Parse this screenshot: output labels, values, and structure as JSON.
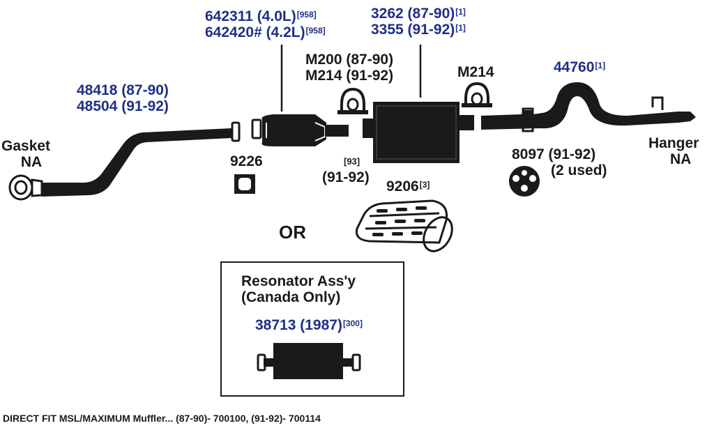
{
  "labels": {
    "gasket_na": {
      "line1": "Gasket",
      "line2": "NA"
    },
    "pipe_front": {
      "line1": "48418 (87-90)",
      "line2": "48504 (91-92)"
    },
    "converter": {
      "line1": "642311 (4.0L)",
      "sup1": "[958]",
      "line2": "642420# (4.2L)",
      "sup2": "[958]"
    },
    "muffler": {
      "line1": "3262 (87-90)",
      "sup1": "[1]",
      "line2": "3355 (91-92)",
      "sup2": "[1]"
    },
    "clamps": {
      "line1": "M200 (87-90)",
      "line2": "M214 (91-92)"
    },
    "clamp_rear": "M214",
    "tailpipe": {
      "text": "44760",
      "sup": "[1]"
    },
    "hanger_na": {
      "line1": "Hanger",
      "line2": "NA"
    },
    "gasket_9226": "9226",
    "note_93": "[93]",
    "note_91_92": "(91-92)",
    "heat_shield": {
      "text": "9206",
      "sup": "[3]"
    },
    "insulator": {
      "line1": "8097 (91-92)",
      "line2": "(2 used)"
    },
    "or": "OR",
    "resonator": {
      "title1": "Resonator Ass'y",
      "title2": "(Canada Only)",
      "part": "38713 (1987)",
      "sup": "[300]"
    },
    "footer": "DIRECT FIT MSL/MAXIMUM Muffler... (87-90)- 700100, (91-92)- 700114"
  },
  "colors": {
    "part_blue": "#1f2f86",
    "ink": "#1a1a1a"
  }
}
